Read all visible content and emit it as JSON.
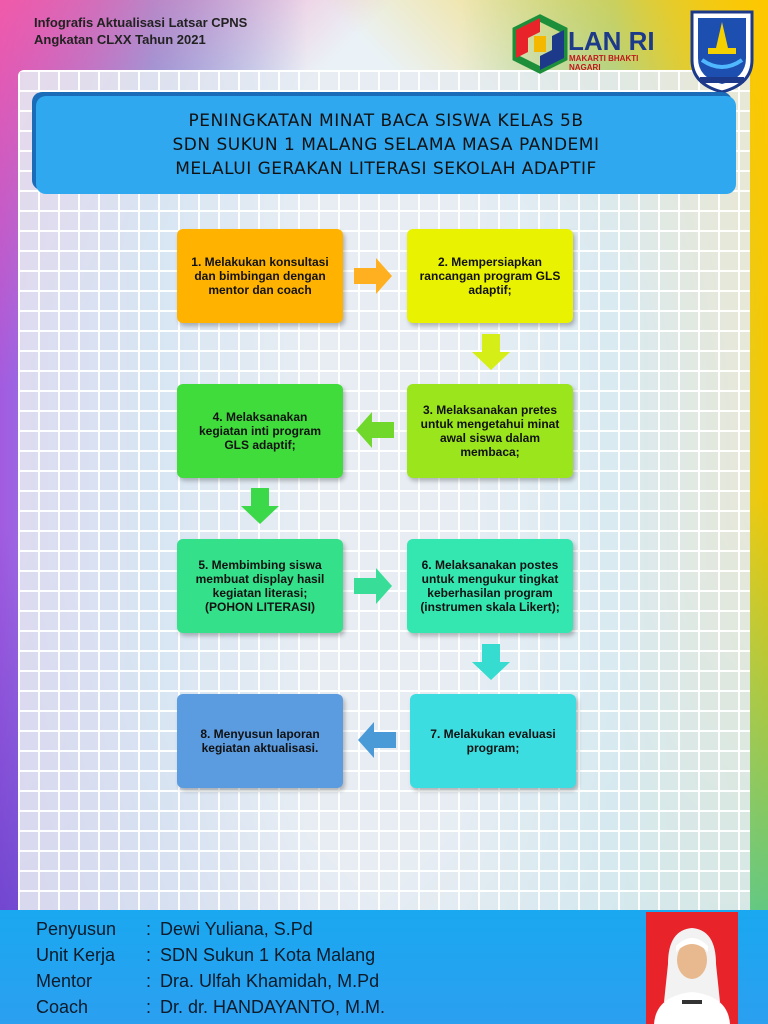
{
  "header": {
    "line1": "Infografis Aktualisasi Latsar CPNS",
    "line2": "Angkatan CLXX Tahun 2021"
  },
  "logo": {
    "name": "LAN RI",
    "tagline": "MAKARTI BHAKTI NAGARI"
  },
  "title": {
    "line1": "PENINGKATAN MINAT BACA SISWA KELAS 5B",
    "line2": "SDN SUKUN 1 MALANG SELAMA MASA PANDEMI",
    "line3": "MELALUI GERAKAN LITERASI SEKOLAH ADAPTIF"
  },
  "steps": [
    {
      "text": "1. Melakukan  konsultasi dan bimbingan  dengan mentor dan coach",
      "color": "#ffb300"
    },
    {
      "text": "2. Mempersiapkan rancangan program GLS adaptif;",
      "color": "#e9f200"
    },
    {
      "text": "3. Melaksanakan pretes untuk mengetahui minat awal siswa dalam membaca;",
      "color": "#9be51c"
    },
    {
      "text": "4. Melaksanakan kegiatan inti program GLS adaptif;",
      "color": "#3fdc3c"
    },
    {
      "text": "5. Membimbing siswa membuat display hasil kegiatan literasi; (POHON LITERASI)",
      "color": "#34e08a"
    },
    {
      "text": "6. Melaksanakan postes untuk mengukur tingkat keberhasilan program (instrumen skala Likert);",
      "color": "#34e6b0"
    },
    {
      "text": "7. Melakukan evaluasi program;",
      "color": "#3cdde0"
    },
    {
      "text": "8. Menyusun laporan kegiatan aktualisasi.",
      "color": "#5b9be0"
    }
  ],
  "arrow_colors": [
    "#ffb020",
    "#d6ee18",
    "#6fd82a",
    "#3bd84a",
    "#38de98",
    "#36dcd0",
    "#4a9ad8"
  ],
  "footer": {
    "rows": [
      {
        "label": "Penyusun",
        "sep": ":",
        "value": "Dewi Yuliana, S.Pd"
      },
      {
        "label": "Unit Kerja",
        "sep": ":",
        "value": "SDN Sukun 1 Kota Malang"
      },
      {
        "label": "Mentor",
        "sep": ":",
        "value": "Dra. Ulfah Khamidah, M.Pd"
      },
      {
        "label": "Coach",
        "sep": ":",
        "value": "Dr. dr. HANDAYANTO, M.M."
      }
    ]
  },
  "colors": {
    "banner": "#2fa8ef",
    "footer": "#1aa8f0",
    "photo_bg": "#e8232a"
  }
}
